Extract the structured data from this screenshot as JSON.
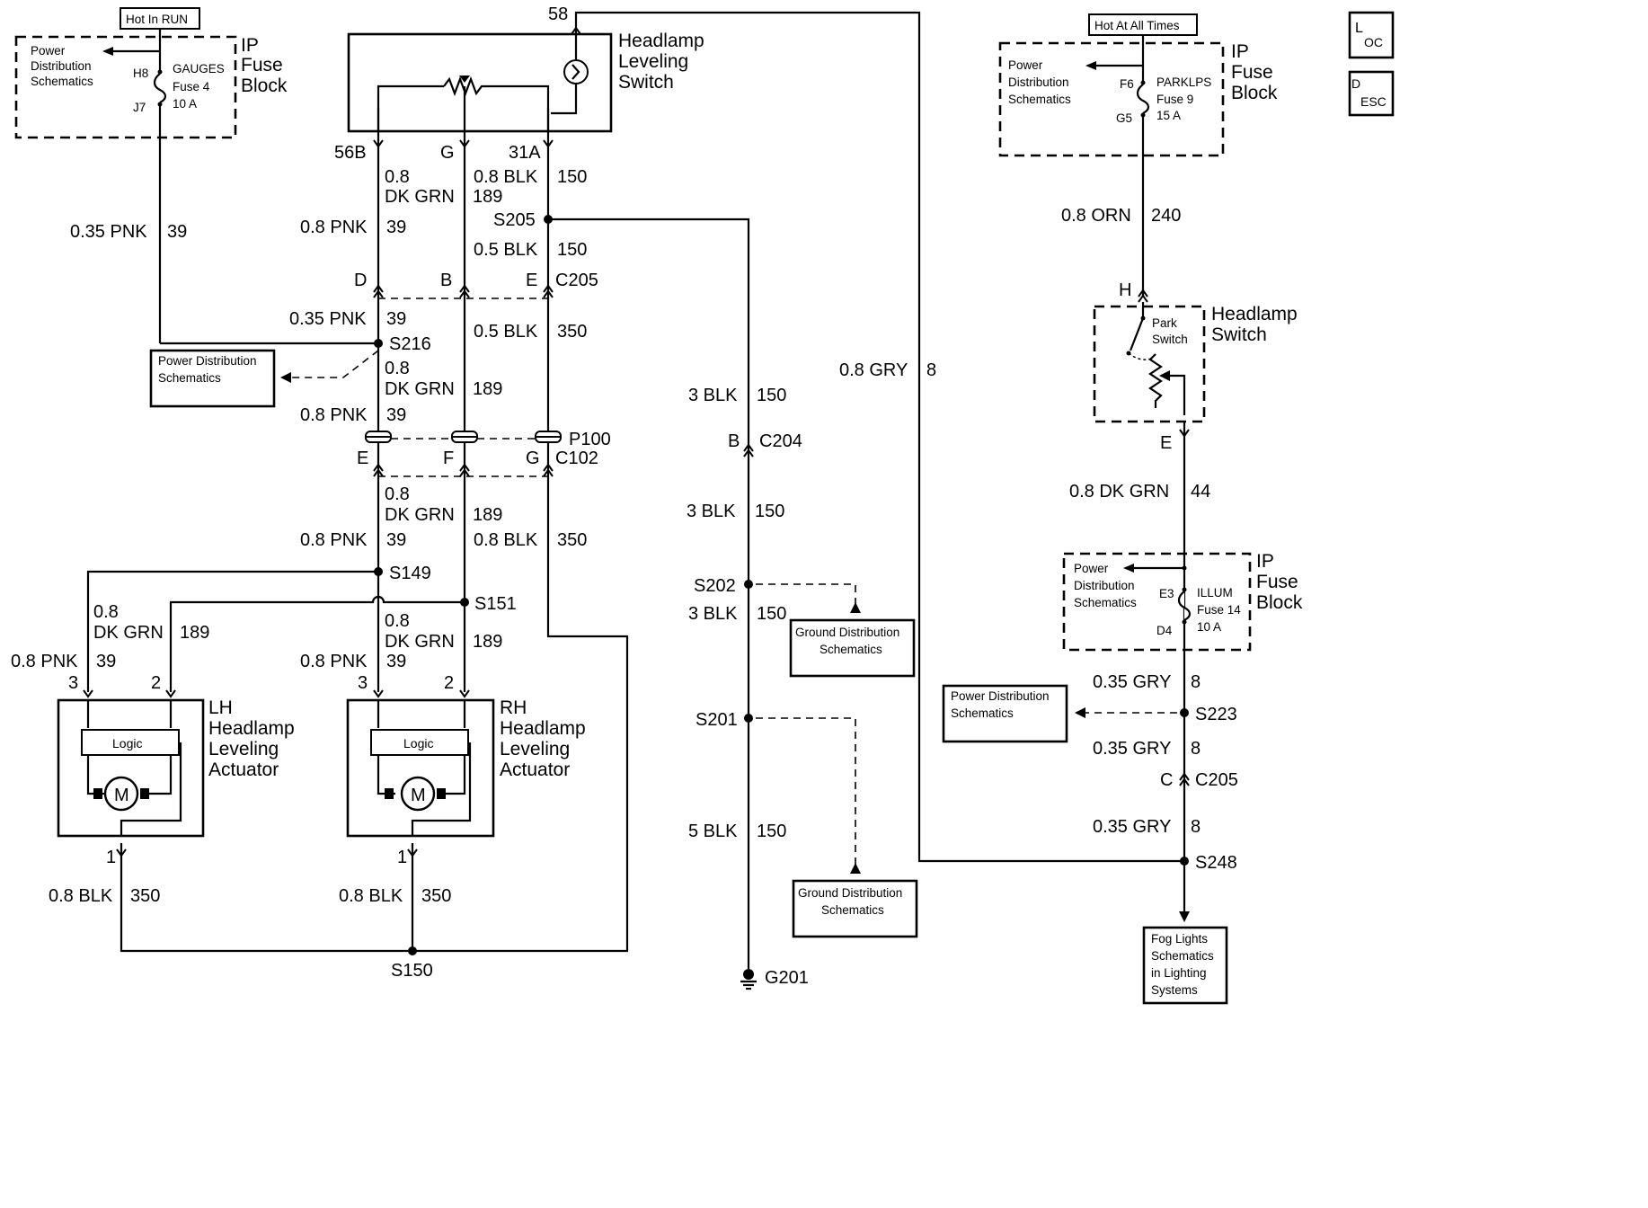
{
  "banners": {
    "hot_in_run": "Hot In RUN",
    "hot_at_all_times": "Hot At All Times"
  },
  "corner_icons": {
    "loc": {
      "big": "L",
      "small": "OC"
    },
    "desc": {
      "big": "D",
      "small": "ESC"
    }
  },
  "fuse_left": {
    "pds": [
      "Power",
      "Distribution",
      "Schematics"
    ],
    "pin_top": "H8",
    "pin_bottom": "J7",
    "fuse": [
      "GAUGES",
      "Fuse 4",
      "10 A"
    ],
    "block": [
      "IP",
      "Fuse",
      "Block"
    ]
  },
  "fuse_right": {
    "pds": [
      "Power",
      "Distribution",
      "Schematics"
    ],
    "pin_top": "F6",
    "pin_bottom": "G5",
    "fuse": [
      "PARKLPS",
      "Fuse 9",
      "15 A"
    ],
    "block": [
      "IP",
      "Fuse",
      "Block"
    ]
  },
  "fuse_illum": {
    "pds": [
      "Power",
      "Distribution",
      "Schematics"
    ],
    "pin_top": "E3",
    "pin_bottom": "D4",
    "fuse": [
      "ILLUM",
      "Fuse 14",
      "10 A"
    ],
    "block": [
      "IP",
      "Fuse",
      "Block"
    ]
  },
  "leveling_switch": {
    "label": [
      "Headlamp",
      "Leveling",
      "Switch"
    ],
    "pin_58": "58"
  },
  "headlamp_switch": {
    "label": [
      "Headlamp",
      "Switch"
    ],
    "park": [
      "Park",
      "Switch"
    ],
    "pin_h": "H",
    "pin_e": "E"
  },
  "lh_actuator": {
    "label": [
      "LH",
      "Headlamp",
      "Leveling",
      "Actuator"
    ],
    "logic": "Logic",
    "motor": "M",
    "pin3": "3",
    "pin2": "2",
    "pin1": "1"
  },
  "rh_actuator": {
    "label": [
      "RH",
      "Headlamp",
      "Leveling",
      "Actuator"
    ],
    "logic": "Logic",
    "motor": "M",
    "pin3": "3",
    "pin2": "2",
    "pin1": "1"
  },
  "ref_boxes": {
    "pds_s216": [
      "Power Distribution",
      "Schematics"
    ],
    "pds_s223": [
      "Power Distribution",
      "Schematics"
    ],
    "gnd_s202": [
      "Ground Distribution",
      "Schematics"
    ],
    "gnd_s201": [
      "Ground Distribution",
      "Schematics"
    ],
    "fog": [
      "Fog Lights",
      "Schematics",
      "in Lighting",
      "Systems"
    ]
  },
  "connector_pins": {
    "p56b": "56B",
    "pG": "G",
    "p31a": "31A",
    "pD": "D",
    "pB": "B",
    "pE1": "E",
    "c205": "C205",
    "pE2": "E",
    "pF": "F",
    "pG2": "G",
    "c102": "C102",
    "p100": "P100",
    "pB2": "B",
    "c204": "C204",
    "pC": "C",
    "c205r": "C205"
  },
  "splices": {
    "s205": "S205",
    "s216": "S216",
    "s149": "S149",
    "s151": "S151",
    "s150": "S150",
    "s202": "S202",
    "s201": "S201",
    "g201": "G201",
    "s223": "S223",
    "s248": "S248"
  },
  "wires": {
    "pnk_gauges": {
      "size": "0.35 PNK",
      "circuit": "39"
    },
    "dkgrn_56b": {
      "size": [
        "0.8",
        "DK GRN"
      ],
      "circuit": "189"
    },
    "blk_31a": {
      "size": "0.8 BLK",
      "circuit": "150"
    },
    "pnk_d": {
      "size": "0.8 PNK",
      "circuit": "39"
    },
    "blk_s205": {
      "size": "0.5 BLK",
      "circuit": "150"
    },
    "pnk_s216": {
      "size": "0.35 PNK",
      "circuit": "39"
    },
    "blk_350_a": {
      "size": "0.5 BLK",
      "circuit": "350"
    },
    "dkgrn_mid": {
      "size": [
        "0.8",
        "DK GRN"
      ],
      "circuit": "189"
    },
    "pnk_mid": {
      "size": "0.8 PNK",
      "circuit": "39"
    },
    "dkgrn_low": {
      "size": [
        "0.8",
        "DK GRN"
      ],
      "circuit": "189"
    },
    "pnk_low": {
      "size": "0.8 PNK",
      "circuit": "39"
    },
    "blk_350_b": {
      "size": "0.8 BLK",
      "circuit": "350"
    },
    "dkgrn_lh": {
      "size": [
        "0.8",
        "DK GRN"
      ],
      "circuit": "189"
    },
    "pnk_lh": {
      "size": "0.8 PNK",
      "circuit": "39"
    },
    "dkgrn_rh": {
      "size": [
        "0.8",
        "DK GRN"
      ],
      "circuit": "189"
    },
    "pnk_rh": {
      "size": "0.8 PNK",
      "circuit": "39"
    },
    "blk_lh_gnd": {
      "size": "0.8 BLK",
      "circuit": "350"
    },
    "blk_rh_gnd": {
      "size": "0.8 BLK",
      "circuit": "350"
    },
    "blk3_a": {
      "size": "3 BLK",
      "circuit": "150"
    },
    "blk3_b": {
      "size": "3 BLK",
      "circuit": "150"
    },
    "blk3_c": {
      "size": "3 BLK",
      "circuit": "150"
    },
    "blk5": {
      "size": "5 BLK",
      "circuit": "150"
    },
    "gry_08": {
      "size": "0.8 GRY",
      "circuit": "8"
    },
    "orn": {
      "size": "0.8 ORN",
      "circuit": "240"
    },
    "dkgrn_44": {
      "size": "0.8 DK GRN",
      "circuit": "44"
    },
    "gry_a": {
      "size": "0.35 GRY",
      "circuit": "8"
    },
    "gry_b": {
      "size": "0.35 GRY",
      "circuit": "8"
    },
    "gry_c": {
      "size": "0.35 GRY",
      "circuit": "8"
    }
  }
}
